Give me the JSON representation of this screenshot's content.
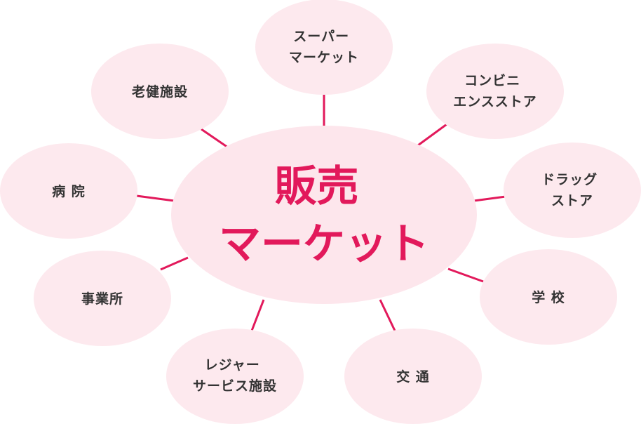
{
  "center": {
    "lines": [
      "販売",
      "マーケット"
    ]
  },
  "nodes": [
    {
      "id": "supermarket",
      "lines": [
        "スーパー",
        "マーケット"
      ]
    },
    {
      "id": "convenience-store",
      "lines": [
        "コンビニ",
        "エンスストア"
      ]
    },
    {
      "id": "drugstore",
      "lines": [
        "ドラッグ",
        "ストア"
      ]
    },
    {
      "id": "school",
      "lines": [
        "学 校"
      ]
    },
    {
      "id": "transportation",
      "lines": [
        "交 通"
      ]
    },
    {
      "id": "leisure-facilities",
      "lines": [
        "レジャー",
        "サービス施設"
      ]
    },
    {
      "id": "office",
      "lines": [
        "事業所"
      ]
    },
    {
      "id": "hospital",
      "lines": [
        "病 院"
      ]
    },
    {
      "id": "elderly-care",
      "lines": [
        "老健施設"
      ]
    }
  ],
  "colors": {
    "accent": "#e2195b",
    "bubble": "#fde9ee",
    "center_bubble": "#fde6ec",
    "label": "#333333"
  }
}
